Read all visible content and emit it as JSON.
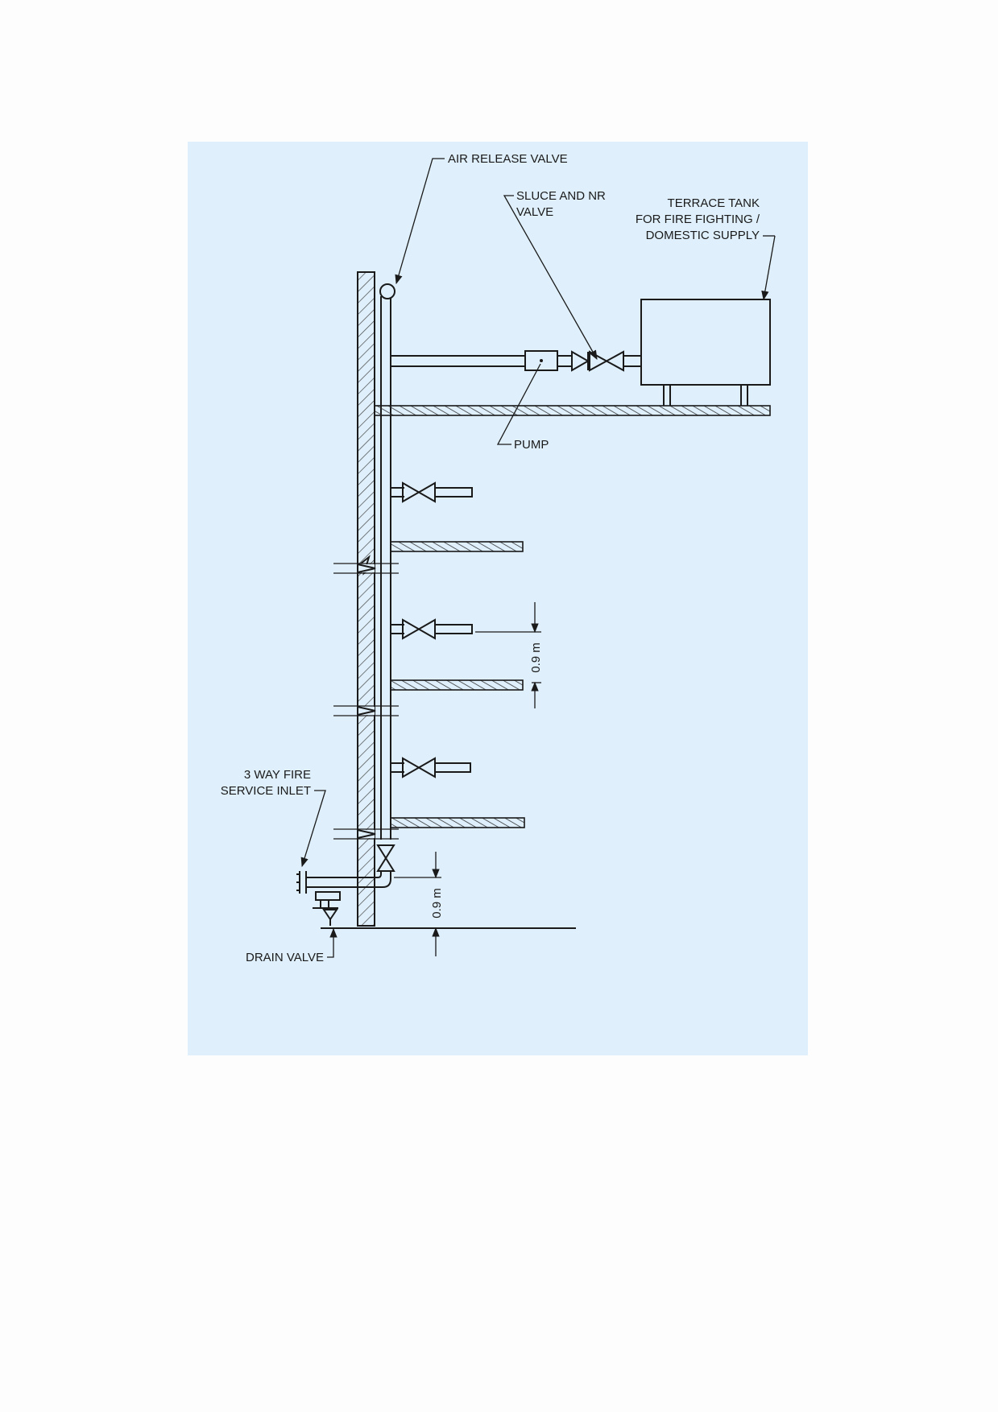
{
  "colors": {
    "page": "#fdfdfd",
    "panel": "#dff0fc",
    "ink": "#1a1a1a",
    "hatch": "#444444"
  },
  "labels": {
    "air_release_valve": "AIR RELEASE VALVE",
    "sluce_nr_valve": [
      "SLUCE AND NR",
      "VALVE"
    ],
    "terrace_tank": [
      "TERRACE TANK",
      "FOR FIRE FIGHTING /",
      "DOMESTIC SUPPLY"
    ],
    "pump": "PUMP",
    "fire_service_inlet": [
      "3 WAY FIRE",
      "SERVICE INLET"
    ],
    "drain_valve": "DRAIN VALVE"
  },
  "dimensions": {
    "landing_valve_height": "0.9 m",
    "inlet_height": "0.9 m"
  }
}
